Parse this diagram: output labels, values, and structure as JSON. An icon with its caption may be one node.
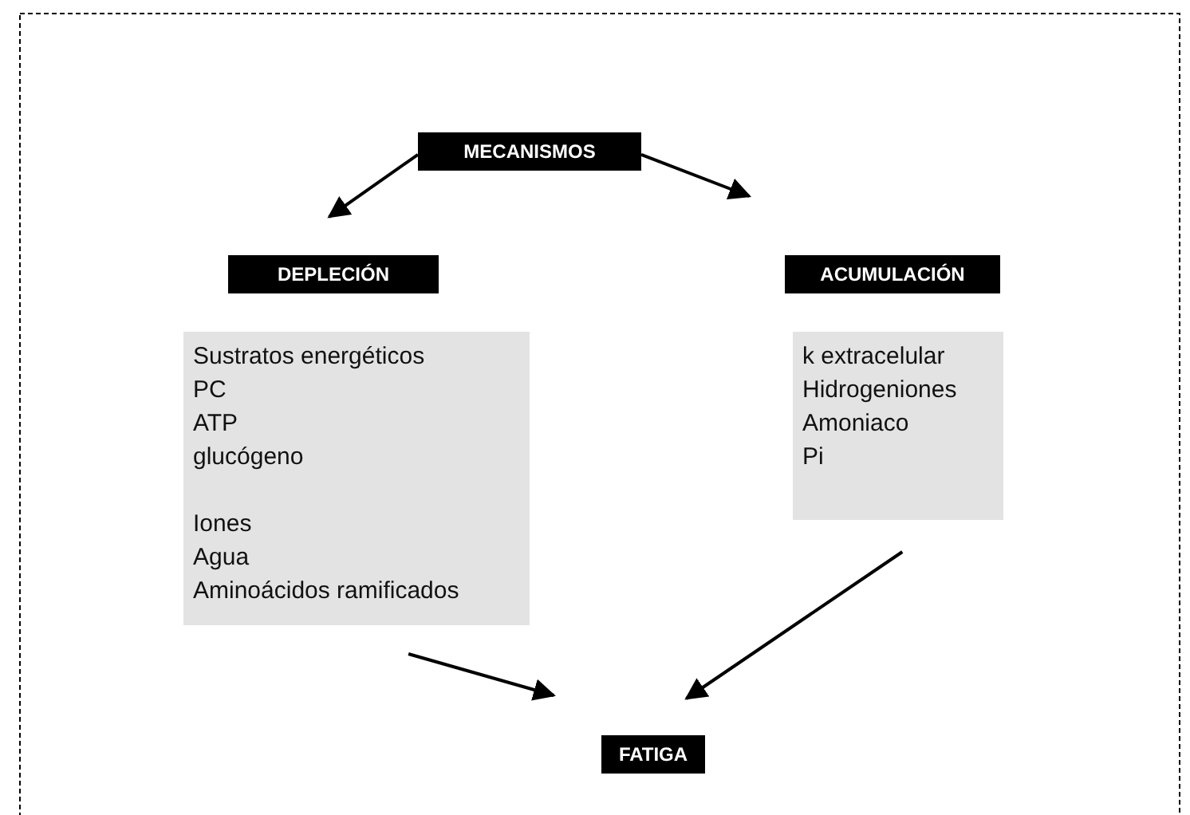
{
  "diagram": {
    "nodes": [
      {
        "text": [
          "MECANISMOS"
        ]
      },
      {
        "text": [
          "DEPLECIÓN"
        ]
      },
      {
        "text": [
          "ACUMULACIÓN"
        ]
      },
      {
        "text": [
          "Sustratos energéticos",
          "PC",
          "ATP",
          "glucógeno",
          "Iones",
          "Agua",
          "Aminoácidos ramificados"
        ]
      },
      {
        "text": [
          "k extracelular",
          "Hidrogeniones",
          "Amoniaco",
          "Pi"
        ]
      },
      {
        "text": [
          "FATIGA"
        ]
      }
    ],
    "edges": [
      {
        "from": 0,
        "to": 1,
        "arrow": "to"
      },
      {
        "from": 0,
        "to": 2,
        "arrow": "to"
      },
      {
        "from": 3,
        "to": 5,
        "arrow": "to"
      },
      {
        "from": 4,
        "to": 5,
        "arrow": "to"
      }
    ]
  }
}
